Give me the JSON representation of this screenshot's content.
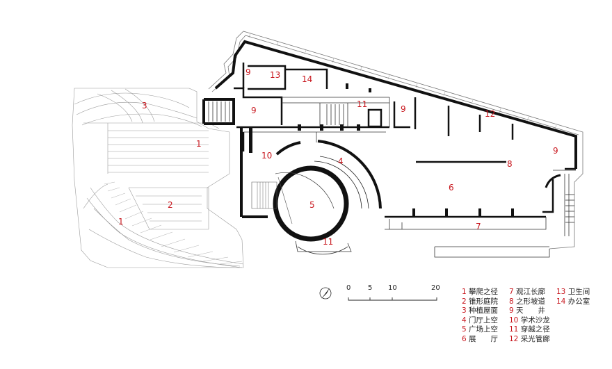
{
  "scale_bar": {
    "ticks": [
      "0",
      "5",
      "10",
      "20"
    ]
  },
  "room_labels": [
    {
      "id": "l1a",
      "text": "1"
    },
    {
      "id": "l1b",
      "text": "1"
    },
    {
      "id": "l2",
      "text": "2"
    },
    {
      "id": "l3",
      "text": "3"
    },
    {
      "id": "l4",
      "text": "4"
    },
    {
      "id": "l5",
      "text": "5"
    },
    {
      "id": "l6",
      "text": "6"
    },
    {
      "id": "l7",
      "text": "7"
    },
    {
      "id": "l8",
      "text": "8"
    },
    {
      "id": "l9a",
      "text": "9"
    },
    {
      "id": "l9b",
      "text": "9"
    },
    {
      "id": "l9c",
      "text": "9"
    },
    {
      "id": "l9d",
      "text": "9"
    },
    {
      "id": "l10",
      "text": "10"
    },
    {
      "id": "l11a",
      "text": "11"
    },
    {
      "id": "l11b",
      "text": "11"
    },
    {
      "id": "l12",
      "text": "12"
    },
    {
      "id": "l13",
      "text": "13"
    },
    {
      "id": "l14",
      "text": "14"
    }
  ],
  "legend": {
    "col1": [
      {
        "num": "1",
        "text": "攀爬之径"
      },
      {
        "num": "2",
        "text": "锥形庭院"
      },
      {
        "num": "3",
        "text": "种植屋面"
      },
      {
        "num": "4",
        "text": "门厅上空"
      },
      {
        "num": "5",
        "text": "广场上空"
      },
      {
        "num": "6",
        "text": "展　　厅"
      }
    ],
    "col2": [
      {
        "num": "7",
        "text": "观江长廊"
      },
      {
        "num": "8",
        "text": "之形坡道"
      },
      {
        "num": "9",
        "text": "天　　井"
      },
      {
        "num": "10",
        "text": "学术沙龙"
      },
      {
        "num": "11",
        "text": "穿越之径"
      },
      {
        "num": "12",
        "text": "采光管廊"
      }
    ],
    "col3": [
      {
        "num": "13",
        "text": "卫生间"
      },
      {
        "num": "14",
        "text": "办公室"
      }
    ]
  }
}
